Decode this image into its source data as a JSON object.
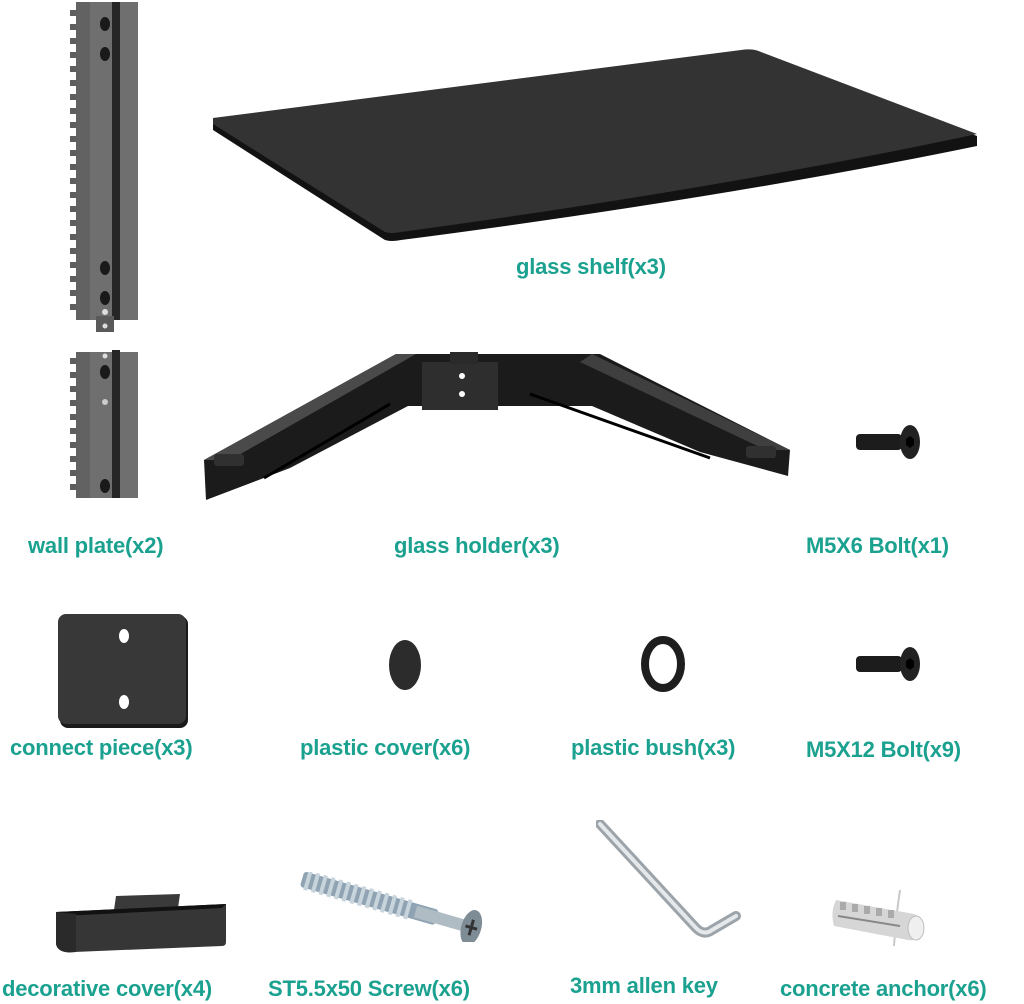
{
  "colors": {
    "label": "#1ba18f",
    "part_dark": "#2b2b2b",
    "part_gray": "#6e6e6e",
    "metal": "#c4ccd2",
    "background": "#ffffff"
  },
  "parts": [
    {
      "id": "glass-shelf",
      "label": "glass shelf(x3)",
      "icon": "glass-shelf-icon"
    },
    {
      "id": "wall-plate",
      "label": "wall plate(x2)",
      "icon": "wall-plate-icon"
    },
    {
      "id": "glass-holder",
      "label": "glass holder(x3)",
      "icon": "glass-holder-icon"
    },
    {
      "id": "m5x6-bolt",
      "label": "M5X6 Bolt(x1)",
      "icon": "bolt-icon"
    },
    {
      "id": "connect-piece",
      "label": "connect piece(x3)",
      "icon": "connect-piece-icon"
    },
    {
      "id": "plastic-cover",
      "label": "plastic cover(x6)",
      "icon": "plastic-cover-icon"
    },
    {
      "id": "plastic-bush",
      "label": "plastic bush(x3)",
      "icon": "plastic-bush-icon"
    },
    {
      "id": "m5x12-bolt",
      "label": "M5X12 Bolt(x9)",
      "icon": "bolt-icon"
    },
    {
      "id": "decorative-cover",
      "label": "decorative cover(x4)",
      "icon": "decorative-cover-icon"
    },
    {
      "id": "st-screw",
      "label": "ST5.5x50 Screw(x6)",
      "icon": "screw-icon"
    },
    {
      "id": "allen-key",
      "label": "3mm allen key",
      "icon": "allen-key-icon"
    },
    {
      "id": "concrete-anchor",
      "label": "concrete anchor(x6)",
      "icon": "concrete-anchor-icon"
    }
  ]
}
